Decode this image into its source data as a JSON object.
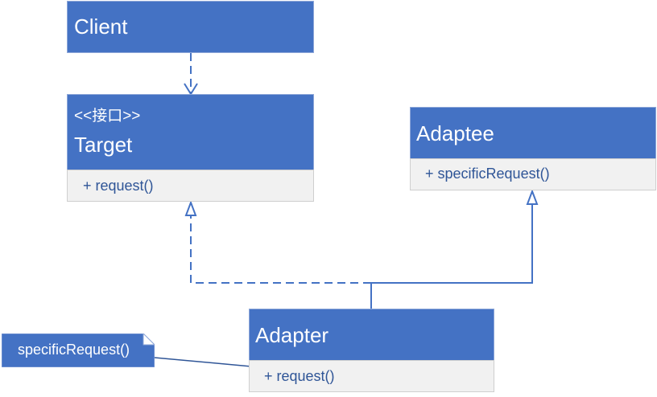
{
  "client": {
    "name": "Client"
  },
  "target": {
    "stereotype": "<<接口>>",
    "name": "Target",
    "method": "+ request()"
  },
  "adaptee": {
    "name": "Adaptee",
    "method": "+ specificRequest()"
  },
  "adapter": {
    "name": "Adapter",
    "method": "+ request()"
  },
  "note": {
    "text": "specificRequest()"
  },
  "colors": {
    "header": "#4472c4",
    "body": "#f1f1f1",
    "line": "#4472c4",
    "method_text": "#2f5597"
  }
}
